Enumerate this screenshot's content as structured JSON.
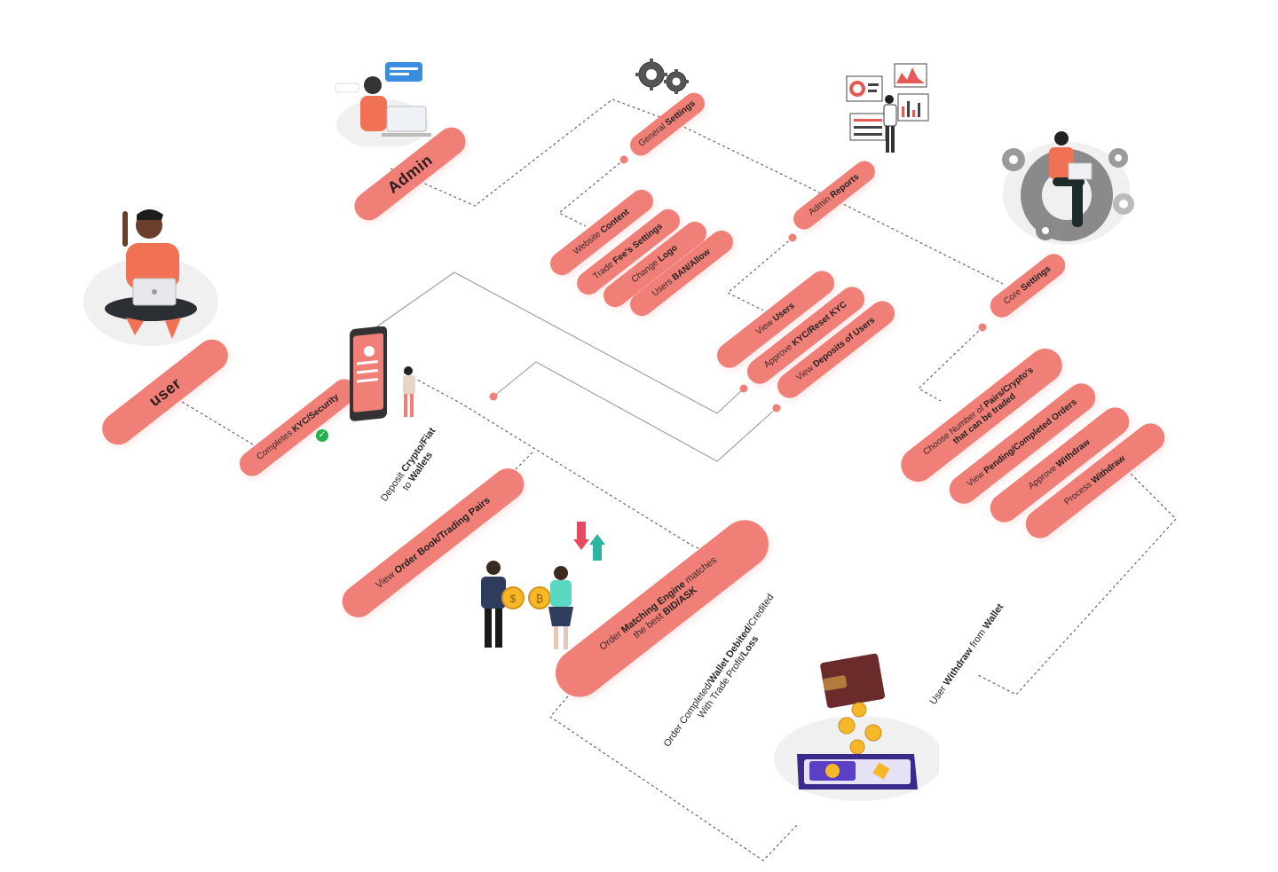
{
  "colors": {
    "pill": "#f07f78",
    "line": "#7a7a7a",
    "accent_green": "#22b14c"
  },
  "nodes": {
    "user": {
      "text": "user"
    },
    "admin": {
      "text": "Admin"
    },
    "kyc": {
      "pre": "Completes ",
      "bold": "KYC/Security"
    },
    "general_settings": {
      "pre": "General ",
      "bold": "Settings"
    },
    "website_content": {
      "pre": "Website ",
      "bold": "Content"
    },
    "trade_fees": {
      "pre": "Trade ",
      "bold": "Fee's Settings"
    },
    "change_logo": {
      "pre": "Change ",
      "bold": "Logo"
    },
    "users_ban": {
      "pre": "Users ",
      "bold": "BAN/Allow"
    },
    "admin_reports": {
      "pre": "Admin ",
      "bold": "Reports"
    },
    "view_users": {
      "pre": "View ",
      "bold": "Users"
    },
    "approve_kyc": {
      "pre": "Approve ",
      "bold": "KYC/Reset KYC"
    },
    "view_deposits": {
      "pre": "View ",
      "bold": "Deposits of Users"
    },
    "core_settings": {
      "pre": "Core ",
      "bold": "Settings"
    },
    "choose_pairs": {
      "pre": "Choose Number of ",
      "bold": "Pairs/Crypto's",
      "line2": "that can be traded"
    },
    "view_pending": {
      "pre": "View ",
      "bold": "Pending/Completed Orders"
    },
    "approve_withdraw": {
      "pre": "Approve ",
      "bold": "Withdraw"
    },
    "process_withdraw": {
      "pre": "Process ",
      "bold": "Withdraw"
    },
    "order_book": {
      "pre": "View ",
      "bold": "Order Book/Trading Pairs"
    },
    "order_matching": {
      "pre": "Order ",
      "bold": "Matching Engine",
      "mid": " matches",
      "line2pre": "the best ",
      "line2bold": "BID/ASK"
    }
  },
  "labels": {
    "deposit": {
      "pre": "Deposit ",
      "bold": "Crypto/Fiat",
      "line2pre": "to ",
      "line2bold": "Wallets"
    },
    "order_completed": {
      "pre": "Order Completed/",
      "bold": "Wallet Debited",
      "post": "/Credited",
      "line2pre": "With Trade Profit/",
      "line2bold": "Loss"
    },
    "user_withdraw": {
      "pre": "User ",
      "bold": "Withdraw",
      "mid": " from ",
      "bold2": "Wallet"
    }
  },
  "icons": {
    "gears": "gears-icon",
    "support_agent": "support-agent-illustration",
    "reports_person": "reports-analyst-illustration",
    "core_settings_person": "core-settings-illustration",
    "user_person": "user-laptop-illustration",
    "phone_kyc": "phone-kyc-illustration",
    "trading_people": "trading-people-illustration",
    "wallet_phone": "wallet-phone-illustration",
    "check": "check-icon"
  }
}
